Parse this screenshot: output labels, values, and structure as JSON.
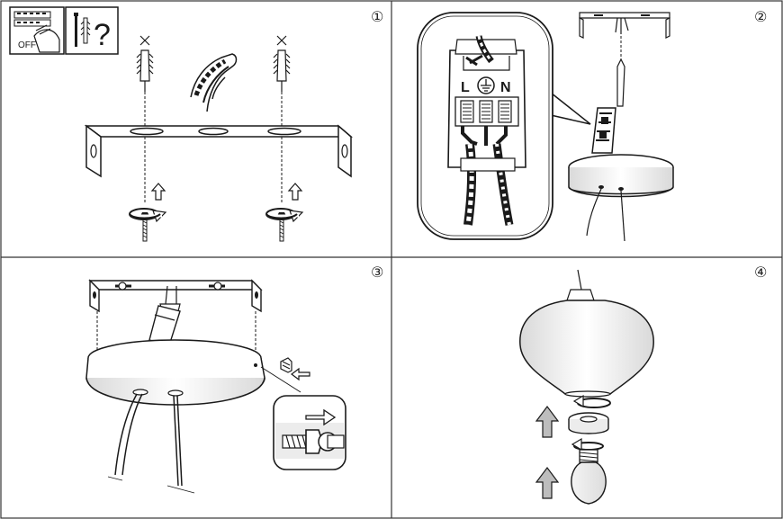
{
  "header": {
    "power_switch_label": "OFF",
    "question_mark": "?"
  },
  "panels": [
    {
      "number": "①"
    },
    {
      "number": "②"
    },
    {
      "number": "③"
    },
    {
      "number": "④"
    }
  ],
  "terminal": {
    "live_label": "L",
    "neutral_label": "N"
  },
  "colors": {
    "line": "#1a1a1a",
    "arrow_gray": "#8a8a8a",
    "light_fill": "#ececec",
    "panel_border": "#333333"
  },
  "icons": [
    "power-off-icon",
    "tools-required-icon",
    "screw-anchor-icon",
    "cable-icon",
    "rotate-arrow-icon",
    "ground-symbol-icon",
    "light-bulb-icon"
  ]
}
